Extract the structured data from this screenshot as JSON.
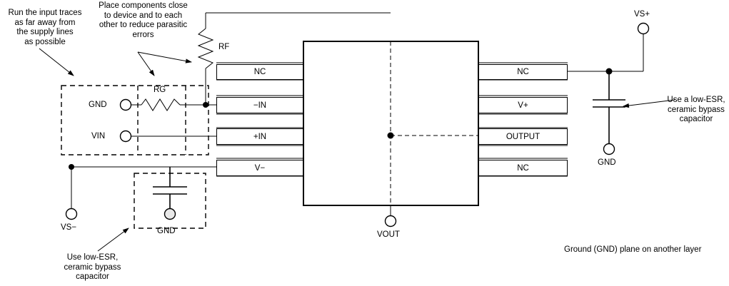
{
  "diagram": {
    "title_caption": "Ground (GND) plane on another layer",
    "annotations": [
      {
        "id": "input-traces-note",
        "text": "Run the input traces\nas far away from\nthe supply lines\nas possible"
      },
      {
        "id": "place-components-note",
        "text": "Place components close\nto device and to each\nother to reduce parasitic\nerrors"
      },
      {
        "id": "bypass-cap-note-right",
        "text": "Use a low-ESR,\nceramic bypass\ncapacitor"
      },
      {
        "id": "bypass-cap-note-left",
        "text": "Use low-ESR,\nceramic bypass\ncapacitor"
      }
    ],
    "components": {
      "feedback_resistor": "RF",
      "gain_resistor": "RG"
    },
    "terminals": [
      {
        "id": "gnd-input",
        "label": "GND"
      },
      {
        "id": "vin-input",
        "label": "VIN"
      },
      {
        "id": "vs-minus",
        "label": "VS−"
      },
      {
        "id": "gnd-left-cap",
        "label": "GND"
      },
      {
        "id": "vout",
        "label": "VOUT"
      },
      {
        "id": "vs-plus",
        "label": "VS+"
      },
      {
        "id": "gnd-right-cap",
        "label": "GND"
      }
    ],
    "pins_left": [
      {
        "label": "NC"
      },
      {
        "label": "−IN"
      },
      {
        "label": "+IN"
      },
      {
        "label": "V−"
      }
    ],
    "pins_right": [
      {
        "label": "NC"
      },
      {
        "label": "V+"
      },
      {
        "label": "OUTPUT"
      },
      {
        "label": "NC"
      }
    ],
    "colors": {
      "line": "#000000",
      "background": "#ffffff",
      "node_fill": "#000000",
      "terminal_fill": "#ffffff",
      "shaded_terminal_fill": "#e8e8e8"
    }
  }
}
